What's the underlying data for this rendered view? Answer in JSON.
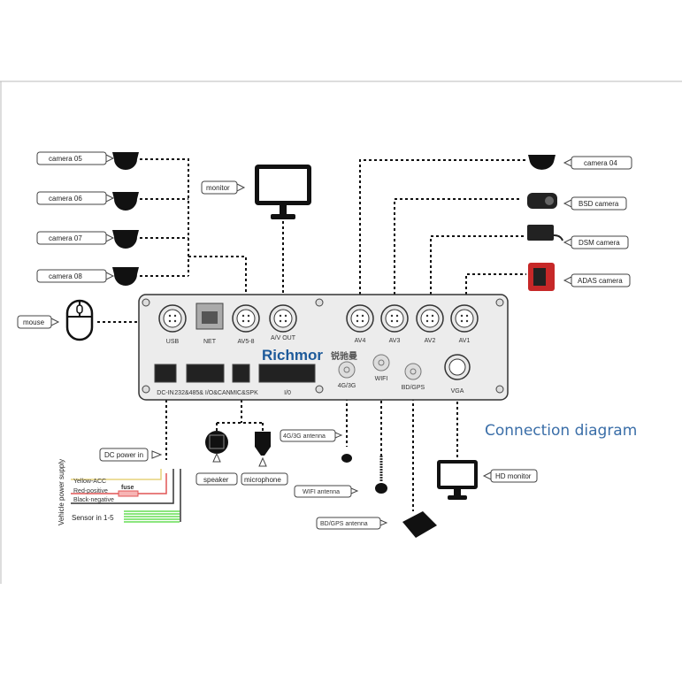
{
  "title": "Connection diagram",
  "brand": {
    "name": "Richmor",
    "chinese": "锐驰曼"
  },
  "cameras_left": [
    "camera 05",
    "camera 06",
    "camera 07",
    "camera 08"
  ],
  "cameras_right": [
    "camera 04",
    "BSD camera",
    "DSM camera",
    "ADAS camera"
  ],
  "peripherals": {
    "monitor": "monitor",
    "mouse": "mouse",
    "dc_power": "DC power in",
    "speaker": "speaker",
    "microphone": "microphone",
    "antenna_4g": "4G/3G antenna",
    "antenna_wifi": "WIFI  antenna",
    "antenna_gps": "BD/GPS antenna",
    "hd_monitor": "HD monitor"
  },
  "ports_top": [
    "USB",
    "NET",
    "AV5-8",
    "A/V OUT",
    "AV4",
    "AV3",
    "AV2",
    "AV1"
  ],
  "ports_bottom": [
    "DC-IN",
    "232&485& I/O&CAN",
    "MIC&SPK",
    "I/0",
    "4G/3G",
    "WIFI",
    "BD/GPS",
    "VGA"
  ],
  "power": {
    "side_label": "Vehicle power supply",
    "yellow": "Yellow-ACC",
    "red": "Red-positive",
    "fuse": "fuse",
    "black": "Black-negative",
    "sensor": "Sensor in 1-5"
  },
  "colors": {
    "title": "#3a6ea8",
    "brand": "#1d5a9a",
    "yellow_wire": "#e6d27a",
    "red_wire": "#e05555",
    "sensor_wire": "#66dd55"
  }
}
